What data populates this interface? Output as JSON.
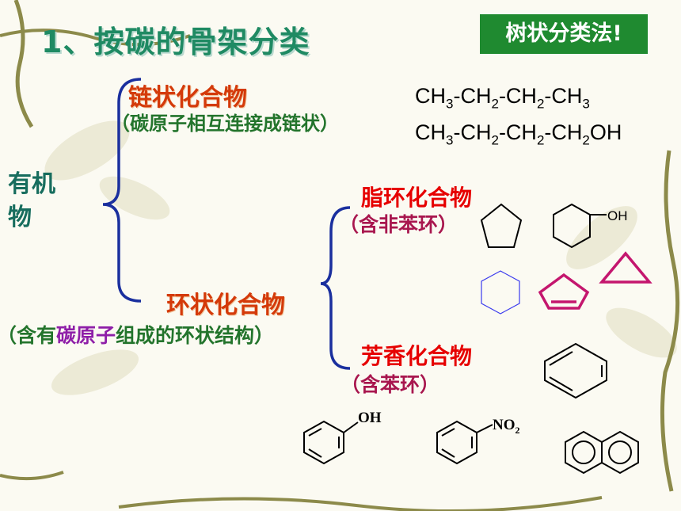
{
  "title": "1、按碳的骨架分类",
  "badge": "树状分类法!",
  "root": "有机物",
  "chain": {
    "label": "链状化合物",
    "note": "（碳原子相互连接成链状）",
    "formula1": [
      "CH",
      "3",
      "-CH",
      "2",
      "-CH",
      "2",
      "-CH",
      "3"
    ],
    "formula2": [
      "CH",
      "3",
      "-CH",
      "2",
      "-CH",
      "2",
      "-CH",
      "2",
      "OH"
    ]
  },
  "ring": {
    "label": "环状化合物",
    "note_prefix": "（含有",
    "note_highlight": "碳原子",
    "note_suffix": "组成的环状结构）",
    "alicyclic": {
      "label": "脂环化合物",
      "note": "（含非苯环）",
      "substituent": "OH"
    },
    "aromatic": {
      "label": "芳香化合物",
      "note": "（含苯环）",
      "phenol_sub": "OH",
      "nitro_sub": "NO",
      "nitro_sub_idx": "2"
    }
  },
  "colors": {
    "green": "#1f8a30",
    "bracket": "#1a2f9e",
    "red": "#e60000"
  }
}
